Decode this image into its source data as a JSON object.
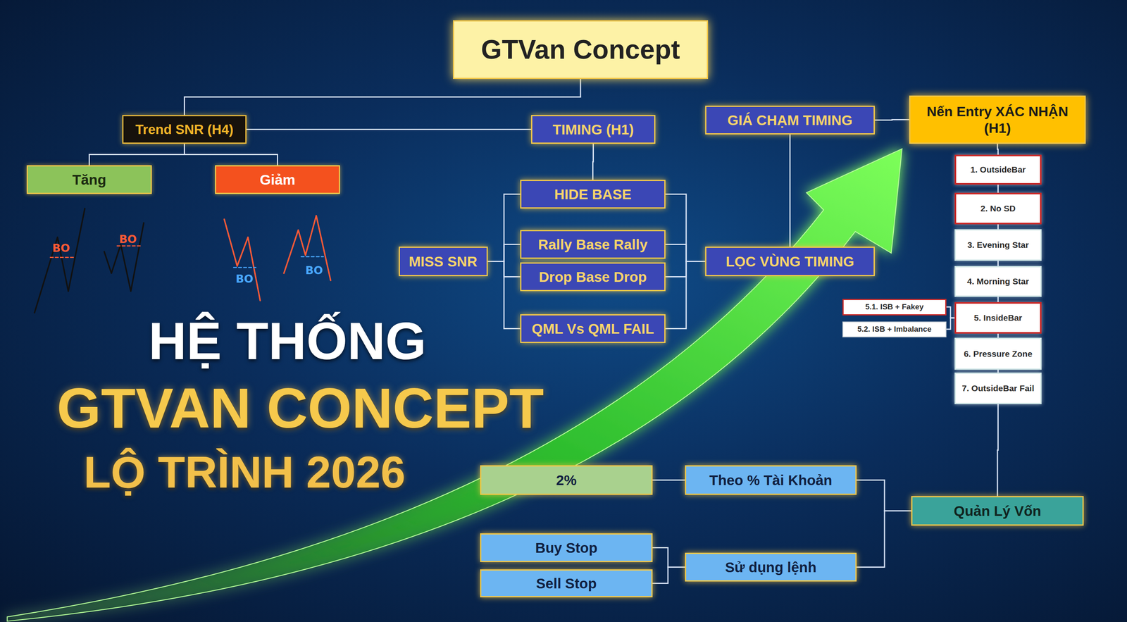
{
  "diagram": {
    "nodes": [
      {
        "text": [
          "GTVan Concept"
        ]
      },
      {
        "text": [
          "Trend SNR (H4)"
        ]
      },
      {
        "text": [
          "Tăng"
        ]
      },
      {
        "text": [
          "Giảm"
        ]
      },
      {
        "text": [
          "TIMING (H1)"
        ]
      },
      {
        "text": [
          "HIDE BASE"
        ]
      },
      {
        "text": [
          "MISS SNR"
        ]
      },
      {
        "text": [
          "Rally Base Rally"
        ]
      },
      {
        "text": [
          "Drop Base Drop"
        ]
      },
      {
        "text": [
          "QML Vs QML FAIL"
        ]
      },
      {
        "text": [
          "GIÁ CHẠM TIMING"
        ]
      },
      {
        "text": [
          "LỌC VÙNG TIMING"
        ]
      },
      {
        "text": [
          "Nến Entry XÁC NHẬN (H1)"
        ]
      },
      {
        "text": [
          "1. OutsideBar"
        ]
      },
      {
        "text": [
          "2. No SD"
        ]
      },
      {
        "text": [
          "3. Evening Star"
        ]
      },
      {
        "text": [
          "4. Morning Star"
        ]
      },
      {
        "text": [
          "5. InsideBar"
        ]
      },
      {
        "text": [
          "6. Pressure Zone"
        ]
      },
      {
        "text": [
          "7. OutsideBar Fail"
        ]
      },
      {
        "text": [
          "5.1. ISB + Fakey"
        ]
      },
      {
        "text": [
          "5.2. ISB + Imbalance"
        ]
      },
      {
        "text": [
          "Quản Lý Vốn"
        ]
      },
      {
        "text": [
          "Theo % Tài Khoản"
        ]
      },
      {
        "text": [
          "2%"
        ]
      },
      {
        "text": [
          "Sử dụng lệnh"
        ]
      },
      {
        "text": [
          "Buy Stop"
        ]
      },
      {
        "text": [
          "Sell Stop"
        ]
      }
    ],
    "edges": [
      {
        "from": 0,
        "to": 1,
        "arrow": "none"
      },
      {
        "from": 1,
        "to": 4,
        "arrow": "none"
      },
      {
        "from": 1,
        "to": 2,
        "arrow": "none"
      },
      {
        "from": 1,
        "to": 3,
        "arrow": "none"
      },
      {
        "from": 4,
        "to": 5,
        "arrow": "none"
      },
      {
        "from": 6,
        "to": 5,
        "arrow": "none"
      },
      {
        "from": 6,
        "to": 7,
        "arrow": "none"
      },
      {
        "from": 6,
        "to": 8,
        "arrow": "none"
      },
      {
        "from": 6,
        "to": 9,
        "arrow": "none"
      },
      {
        "from": 5,
        "to": 11,
        "arrow": "none"
      },
      {
        "from": 7,
        "to": 11,
        "arrow": "none"
      },
      {
        "from": 8,
        "to": 11,
        "arrow": "none"
      },
      {
        "from": 9,
        "to": 11,
        "arrow": "none"
      },
      {
        "from": 11,
        "to": 10,
        "arrow": "none"
      },
      {
        "from": 10,
        "to": 12,
        "arrow": "none"
      },
      {
        "from": 12,
        "to": 13,
        "arrow": "none"
      },
      {
        "from": 13,
        "to": 14,
        "arrow": "none"
      },
      {
        "from": 14,
        "to": 15,
        "arrow": "none"
      },
      {
        "from": 15,
        "to": 16,
        "arrow": "none"
      },
      {
        "from": 16,
        "to": 17,
        "arrow": "none"
      },
      {
        "from": 17,
        "to": 18,
        "arrow": "none"
      },
      {
        "from": 18,
        "to": 19,
        "arrow": "none"
      },
      {
        "from": 19,
        "to": 22,
        "arrow": "none"
      },
      {
        "from": 17,
        "to": 20,
        "arrow": "none"
      },
      {
        "from": 17,
        "to": 21,
        "arrow": "none"
      },
      {
        "from": 22,
        "to": 23,
        "arrow": "none"
      },
      {
        "from": 22,
        "to": 25,
        "arrow": "none"
      },
      {
        "from": 23,
        "to": 24,
        "arrow": "none"
      },
      {
        "from": 25,
        "to": 26,
        "arrow": "none"
      },
      {
        "from": 25,
        "to": 27,
        "arrow": "none"
      }
    ],
    "labels": [
      "BO",
      "BO",
      "BO",
      "BO",
      "HỆ THỐNG",
      "GTVAN CONCEPT",
      "LỘ TRÌNH 2026"
    ]
  }
}
